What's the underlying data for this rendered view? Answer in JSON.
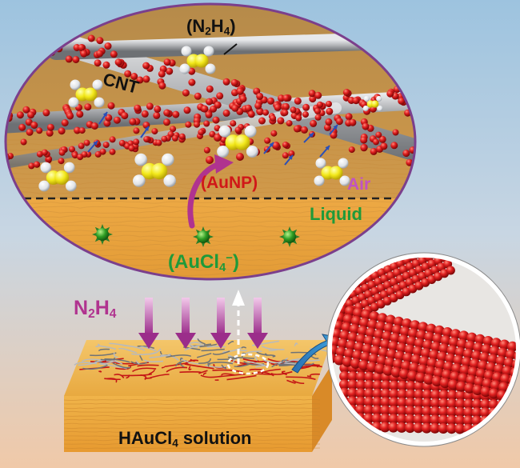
{
  "labels": {
    "hydrazine_top": {
      "pre": "(N",
      "s1": "2",
      "mid": "H",
      "s2": "4",
      "post": ")"
    },
    "cnt": "CNT",
    "aunp": "(AuNP)",
    "air": "Air",
    "liquid": "Liquid",
    "aucl4": {
      "pre": "(AuCl",
      "s1": "4",
      "s2": "−",
      "post": ")"
    },
    "hydrazine_side": {
      "pre": "N",
      "s1": "2",
      "mid": "H",
      "s2": "4"
    },
    "solution": {
      "pre": "HAuCl",
      "s1": "4",
      "post": " solution"
    }
  },
  "colors": {
    "background_top": "#9dc3df",
    "background_bottom": "#f0c9a8",
    "ellipse_border": "#7b3f8c",
    "gold_liquid": "#e9a94a",
    "nanoparticle_red": "#d01818",
    "cnt_gray": "#a7a9ab",
    "hydrazine_yellow": "#f2ee1f",
    "aucl4_green": "#2ca02c",
    "arrow_magenta": "#b0338f",
    "air_label": "#c053c3",
    "liquid_label": "#1f9a3a",
    "aunp_label": "#d01818"
  },
  "icons": [
    "hydrazine-molecule-icon",
    "aucl4-ion-icon",
    "curved-arrow-icon",
    "down-arrow-icon",
    "callout-arrow-icon"
  ]
}
